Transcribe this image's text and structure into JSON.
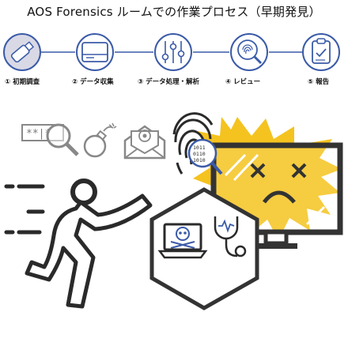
{
  "title": "AOS Forensics ルームでの作業プロセス（早期発見）",
  "steps": [
    {
      "label": "① 初期調査",
      "icon": "usb-drive-icon"
    },
    {
      "label": "② データ収集",
      "icon": "hard-drive-icon"
    },
    {
      "label": "③ データ処理・解析",
      "icon": "sliders-icon"
    },
    {
      "label": "④ レビュー",
      "icon": "fingerprint-search-icon"
    },
    {
      "label": "⑤ 報告",
      "icon": "clipboard-check-icon"
    }
  ],
  "colors": {
    "step_ring": "#3b5ba8",
    "step_fill": "#d9d9e6",
    "explosion": "#f5c31f",
    "hexagon_stroke": "#333333",
    "line": "#2a2a2a"
  },
  "illustration_icons": [
    "password-search-icon",
    "bomb-icon",
    "mail-target-icon",
    "fingerprint-binary-icon",
    "broken-monitor-icon",
    "running-person-icon",
    "skull-laptop-icon",
    "stethoscope-heartbeat-icon"
  ],
  "password_text": "**|*",
  "binary_text": [
    "1011",
    "0110",
    "1010"
  ]
}
